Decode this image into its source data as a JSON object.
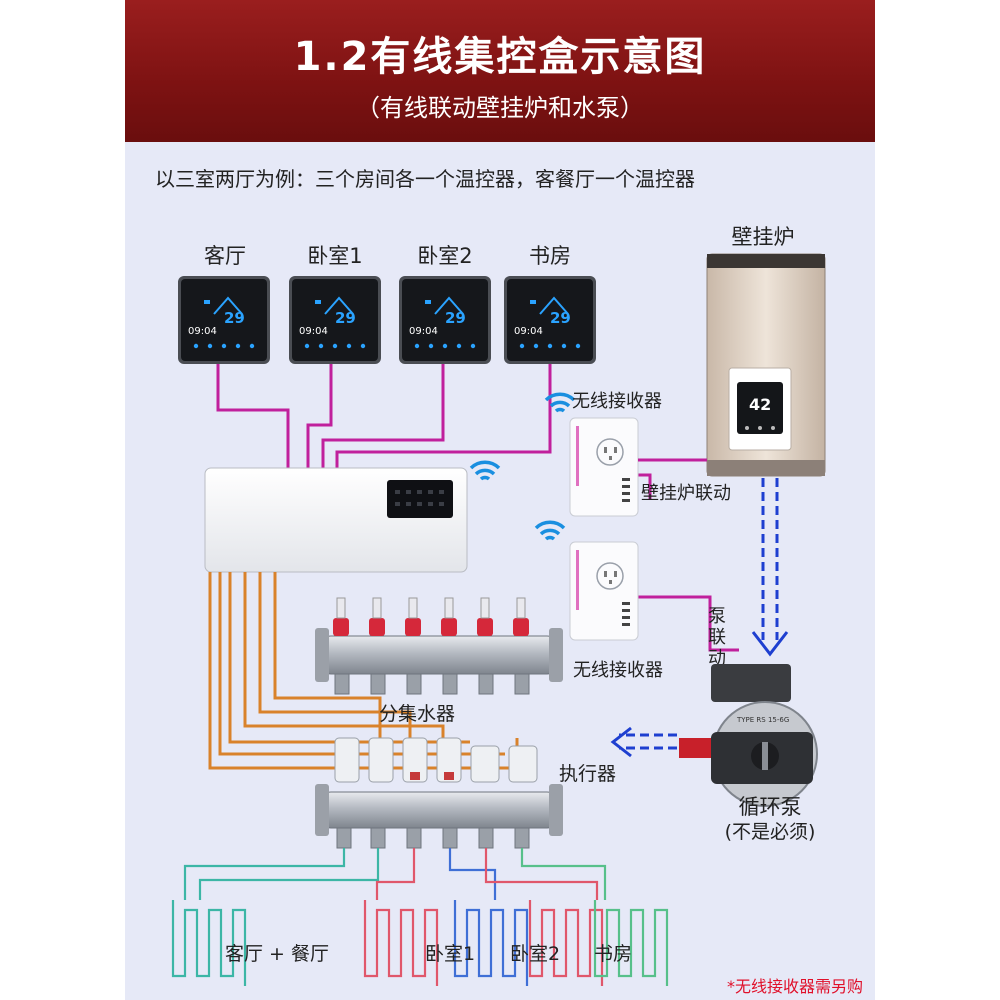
{
  "header": {
    "title": "1.2有线集控盒示意图",
    "subtitle": "（有线联动壁挂炉和水泵）"
  },
  "intro": "以三室两厅为例：三个房间各一个温控器，客餐厅一个温控器",
  "thermostats": [
    {
      "room": "客厅",
      "temp": "29",
      "time": "09:04"
    },
    {
      "room": "卧室1",
      "temp": "29",
      "time": "09:04"
    },
    {
      "room": "卧室2",
      "temp": "29",
      "time": "09:04"
    },
    {
      "room": "书房",
      "temp": "29",
      "time": "09:04"
    }
  ],
  "boiler": {
    "label": "壁挂炉",
    "display": "42"
  },
  "receivers": {
    "top_label": "无线接收器",
    "boiler_link": "壁挂炉联动",
    "bottom_label": "无线接收器",
    "pump_link": "泵联动"
  },
  "manifold": {
    "label": "分集水器"
  },
  "actuators": {
    "label": "执行器"
  },
  "pump": {
    "label": "循环泵",
    "note": "(不是必须)",
    "model": "TYPE RS 15-6G"
  },
  "zones": {
    "living_dining": "客厅 + 餐厅",
    "bedroom1": "卧室1",
    "bedroom2": "卧室2",
    "study": "书房"
  },
  "footnote": "*无线接收器需另购",
  "colors": {
    "banner": "#8b1a1a",
    "panel": "#e6e9f7",
    "thermostat_wire": "#c0209c",
    "actuator_wire": "#d9822b",
    "water_flow": "#1e3fd0",
    "wifi": "#1a8fe0",
    "footnote": "#e0102a"
  }
}
